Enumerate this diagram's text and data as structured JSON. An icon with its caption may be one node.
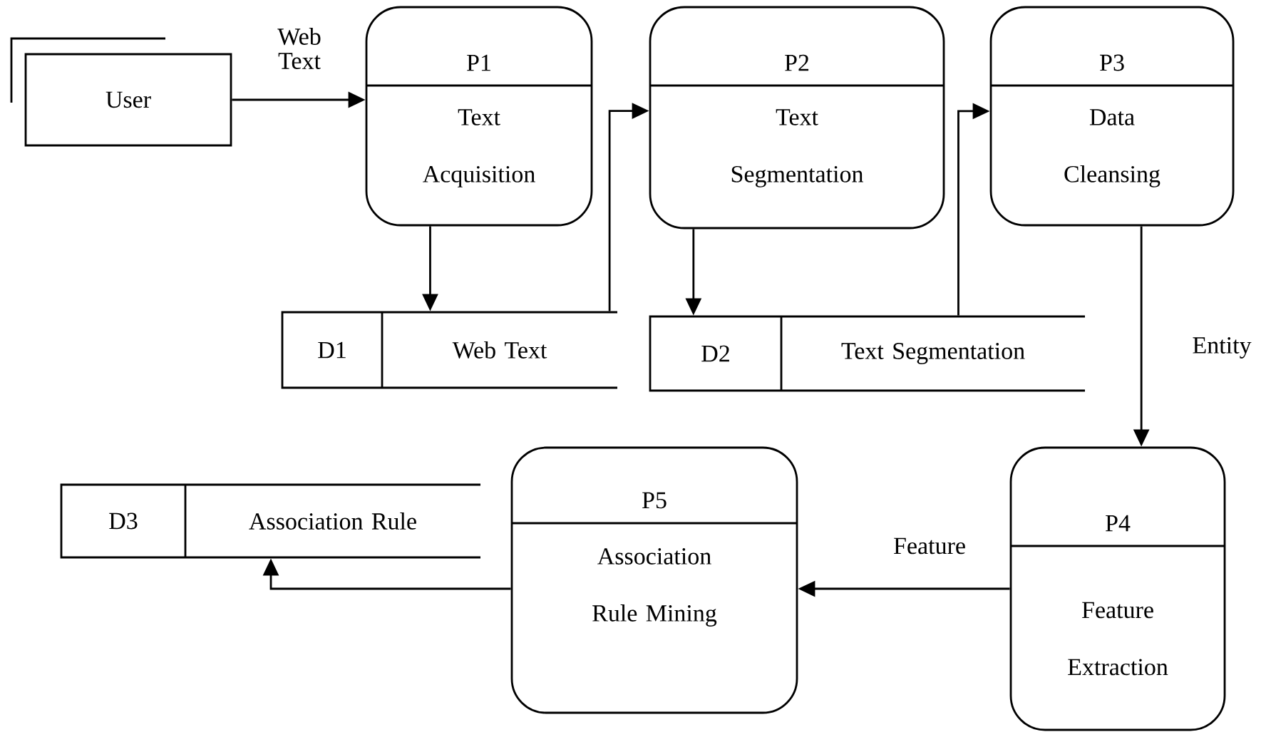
{
  "diagram": {
    "nodes": [
      {
        "text": [
          "User"
        ]
      },
      {
        "text": [
          "P1",
          "Text Acquisition"
        ]
      },
      {
        "text": [
          "P2",
          "Text Segmentation"
        ]
      },
      {
        "text": [
          "P3",
          "Data Cleansing"
        ]
      },
      {
        "text": [
          "D1",
          "Web Text"
        ]
      },
      {
        "text": [
          "D2",
          "Text Segmentation"
        ]
      },
      {
        "text": [
          "P4",
          "Feature Extraction"
        ]
      },
      {
        "text": [
          "P5",
          "Association Rule Mining"
        ]
      },
      {
        "text": [
          "D3",
          "Association Rule"
        ]
      }
    ],
    "edges": [
      {
        "from": 0,
        "to": 1,
        "arrow": "to",
        "label": "Web Text"
      },
      {
        "from": 1,
        "to": 4,
        "arrow": "to"
      },
      {
        "from": 4,
        "to": 2,
        "arrow": "to"
      },
      {
        "from": 2,
        "to": 5,
        "arrow": "to"
      },
      {
        "from": 5,
        "to": 3,
        "arrow": "to"
      },
      {
        "from": 3,
        "to": 6,
        "arrow": "to",
        "label": "Entity"
      },
      {
        "from": 6,
        "to": 7,
        "arrow": "to",
        "label": "Feature"
      },
      {
        "from": 7,
        "to": 8,
        "arrow": "to"
      }
    ]
  }
}
